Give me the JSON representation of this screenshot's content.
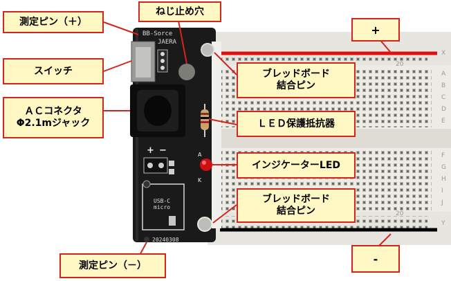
{
  "callouts": {
    "test_pin_plus": "測定ピン（＋）",
    "screw_hole": "ねじ止め穴",
    "switch": "スイッチ",
    "ac_connector_line1": "ＡＣコネクタ",
    "ac_connector_line2": "Φ2.1mジャック",
    "breadboard_join_top_line1": "ブレッドボード",
    "breadboard_join_top_line2": "結合ピン",
    "led_resistor": "ＬＥＤ保護抵抗器",
    "indicator_led": "インジケーターLED",
    "breadboard_join_bottom_line1": "ブレッドボード",
    "breadboard_join_bottom_line2": "結合ピン",
    "test_pin_minus": "測定ピン（－）",
    "plus": "+",
    "minus": "-"
  },
  "board": {
    "name_line1": "BB-Sorce",
    "name_line2": "JAERA",
    "date": "20240308",
    "usb_label": "USB-C micro",
    "sym_plus": "+",
    "sym_minus": "−",
    "led_a": "A",
    "led_k": "K"
  },
  "breadboard": {
    "col_label": "20",
    "row_x": "X",
    "row_y": "Y",
    "rows_top": [
      "A",
      "B",
      "C",
      "D",
      "E"
    ],
    "rows_bottom": [
      "F",
      "G",
      "H",
      "I",
      "J"
    ]
  },
  "colors": {
    "callout_bg": "#fff7c4",
    "callout_border": "#d4241c",
    "pcb": "#1a1a1a",
    "power_rail_plus": "#e01010",
    "power_rail_minus": "#000000",
    "led": "#d01010"
  }
}
